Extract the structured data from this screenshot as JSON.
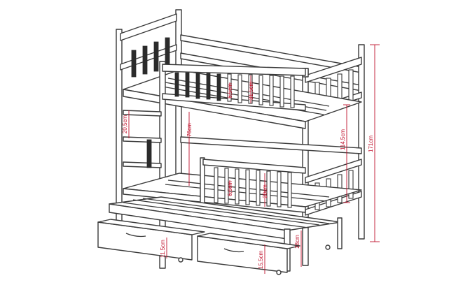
{
  "dimensions": {
    "total_height": "171cm",
    "lower_to_upper_height": "114,5cm",
    "rail_height_upper": "31,5cm",
    "slat_gap_upper": "6,5cm",
    "ladder_step_gap": "20,5cm",
    "clearance_under_upper": "76cm",
    "slat_gap_lower": "6,5cm",
    "rail_height_lower": "20cm",
    "drawer_height": "11,5cm",
    "trundle_height": "15,5cm",
    "leg_clearance": "28cm"
  },
  "colors": {
    "outline": "#3a3a3a",
    "dimension": "#c0122c",
    "background": "#ffffff"
  }
}
